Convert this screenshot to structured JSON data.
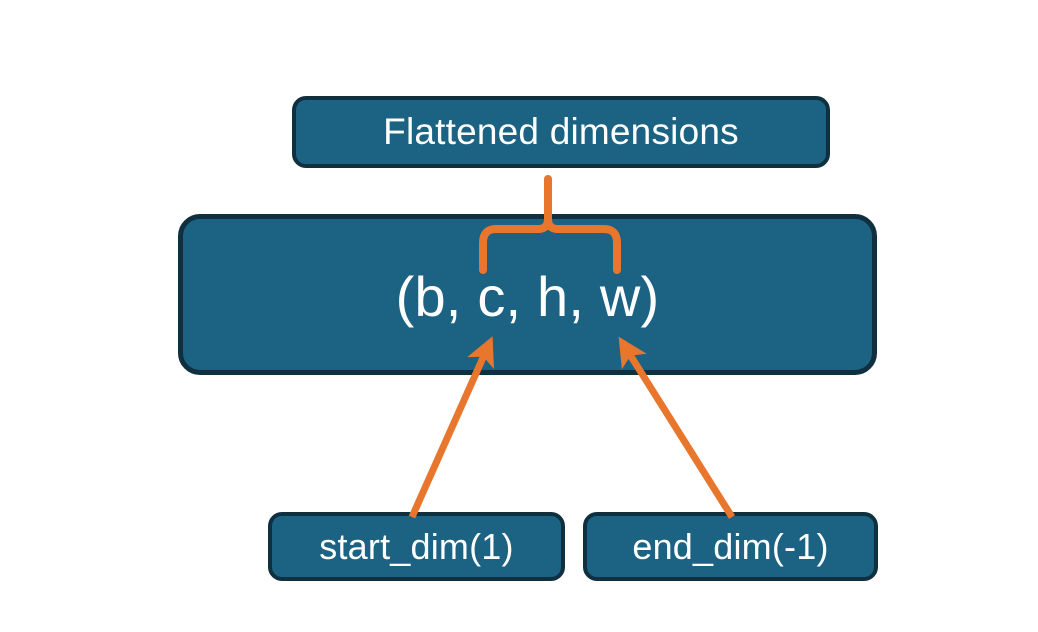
{
  "diagram": {
    "title_box": {
      "label": "Flattened dimensions"
    },
    "shape_box": {
      "label": "(b, c, h, w)"
    },
    "start_box": {
      "label": "start_dim(1)"
    },
    "end_box": {
      "label": "end_dim(-1)"
    },
    "connectors": {
      "brace": "curly-brace-up-icon",
      "left_arrow": "arrow-up-right-icon",
      "right_arrow": "arrow-up-left-icon"
    },
    "colors": {
      "box_fill": "#1b6283",
      "box_border": "#10303f",
      "accent_orange": "#e8762c",
      "text": "#ffffff",
      "background": "#ffffff"
    }
  }
}
